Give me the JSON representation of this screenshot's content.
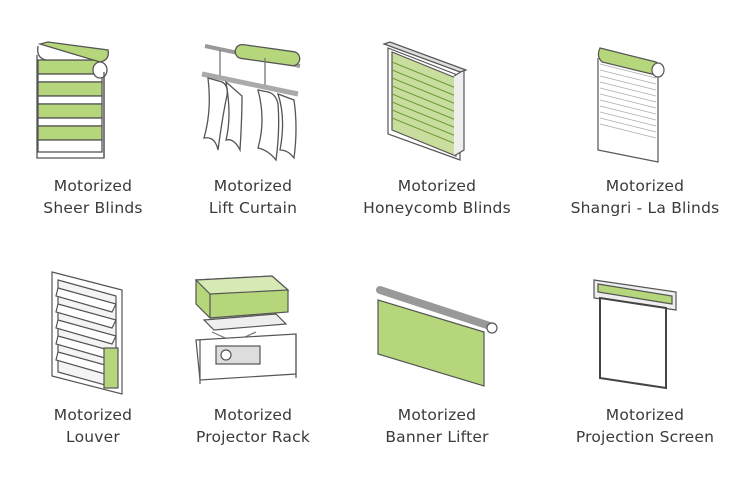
{
  "colors": {
    "green": "#b5d67a",
    "green_dark": "#8fb74f",
    "outline": "#555555",
    "text": "#3a3a3a"
  },
  "products": [
    {
      "icon": "sheer-blinds-icon",
      "line1": "Motorized",
      "line2": "Sheer Blinds"
    },
    {
      "icon": "lift-curtain-icon",
      "line1": "Motorized",
      "line2": "Lift Curtain"
    },
    {
      "icon": "honeycomb-blinds-icon",
      "line1": "Motorized",
      "line2": "Honeycomb Blinds"
    },
    {
      "icon": "shangri-la-blinds-icon",
      "line1": "Motorized",
      "line2": "Shangri - La Blinds"
    },
    {
      "icon": "louver-icon",
      "line1": "Motorized",
      "line2": "Louver"
    },
    {
      "icon": "projector-rack-icon",
      "line1": "Motorized",
      "line2": "Projector Rack"
    },
    {
      "icon": "banner-lifter-icon",
      "line1": "Motorized",
      "line2": "Banner Lifter"
    },
    {
      "icon": "projection-screen-icon",
      "line1": "Motorized",
      "line2": "Projection Screen"
    }
  ]
}
